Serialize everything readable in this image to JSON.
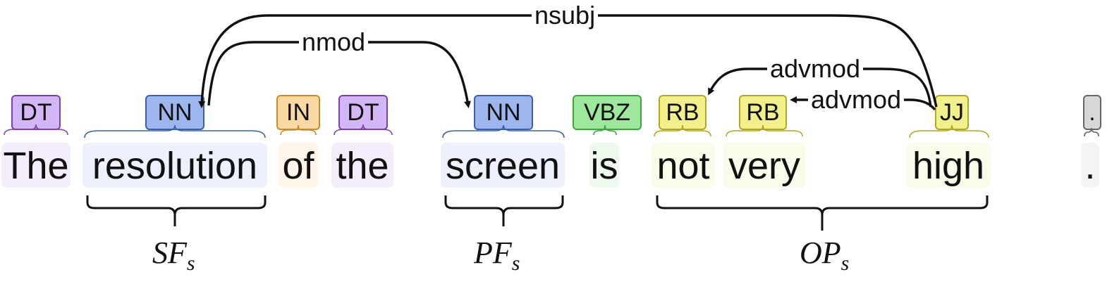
{
  "tokens": [
    {
      "word": "The",
      "tag": "DT"
    },
    {
      "word": "resolution",
      "tag": "NN"
    },
    {
      "word": "of",
      "tag": "IN"
    },
    {
      "word": "the",
      "tag": "DT"
    },
    {
      "word": "screen",
      "tag": "NN"
    },
    {
      "word": "is",
      "tag": "VBZ"
    },
    {
      "word": "not",
      "tag": "RB"
    },
    {
      "word": "very",
      "tag": "RB"
    },
    {
      "word": "high",
      "tag": "JJ"
    },
    {
      "word": ".",
      "tag": "."
    }
  ],
  "relations": [
    {
      "label": "nsubj",
      "from": "high",
      "to": "resolution"
    },
    {
      "label": "nmod",
      "from": "resolution",
      "to": "screen"
    },
    {
      "label": "advmod",
      "from": "high",
      "to": "not"
    },
    {
      "label": "advmod",
      "from": "high",
      "to": "very"
    }
  ],
  "groups": [
    {
      "name": "SF",
      "subscript": "s",
      "span": "resolution"
    },
    {
      "name": "PF",
      "subscript": "s",
      "span": "screen"
    },
    {
      "name": "OP",
      "subscript": "s",
      "span": "not very high"
    }
  ],
  "tag_colors": {
    "DT": "#7b3fb0",
    "NN": "#3a5fb0",
    "IN": "#d08a20",
    "VBZ": "#3aa83a",
    "RB": "#b0a820",
    "JJ": "#b0a820",
    ".": "#666666"
  }
}
